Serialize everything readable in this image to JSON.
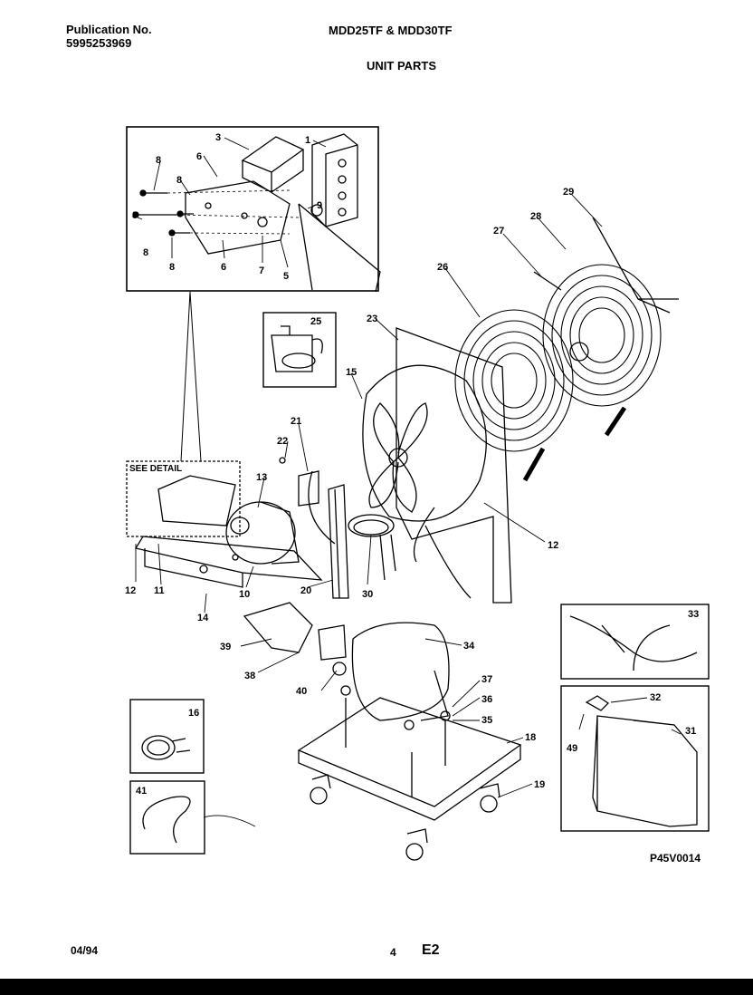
{
  "header": {
    "publication_label": "Publication No.",
    "publication_number": "5995253969",
    "models": "MDD25TF & MDD30TF",
    "section_title": "UNIT PARTS"
  },
  "diagram": {
    "detail_label": "SEE DETAIL",
    "figure_code": "P45V0014",
    "part_labels": [
      {
        "id": "3",
        "name": "label-3"
      },
      {
        "id": "1",
        "name": "label-1"
      },
      {
        "id": "8",
        "name": "label-8a"
      },
      {
        "id": "6",
        "name": "label-6a"
      },
      {
        "id": "8",
        "name": "label-8b"
      },
      {
        "id": "9",
        "name": "label-9"
      },
      {
        "id": "8",
        "name": "label-8c"
      },
      {
        "id": "8",
        "name": "label-8d"
      },
      {
        "id": "8",
        "name": "label-8e"
      },
      {
        "id": "6",
        "name": "label-6b"
      },
      {
        "id": "7",
        "name": "label-7"
      },
      {
        "id": "5",
        "name": "label-5"
      },
      {
        "id": "29",
        "name": "label-29"
      },
      {
        "id": "27",
        "name": "label-27"
      },
      {
        "id": "28",
        "name": "label-28"
      },
      {
        "id": "26",
        "name": "label-26"
      },
      {
        "id": "25",
        "name": "label-25"
      },
      {
        "id": "23",
        "name": "label-23"
      },
      {
        "id": "15",
        "name": "label-15"
      },
      {
        "id": "21",
        "name": "label-21"
      },
      {
        "id": "22",
        "name": "label-22"
      },
      {
        "id": "13",
        "name": "label-13"
      },
      {
        "id": "12",
        "name": "label-12a"
      },
      {
        "id": "12",
        "name": "label-12b"
      },
      {
        "id": "11",
        "name": "label-11"
      },
      {
        "id": "10",
        "name": "label-10"
      },
      {
        "id": "20",
        "name": "label-20"
      },
      {
        "id": "30",
        "name": "label-30"
      },
      {
        "id": "14",
        "name": "label-14"
      },
      {
        "id": "33",
        "name": "label-33"
      },
      {
        "id": "39",
        "name": "label-39"
      },
      {
        "id": "34",
        "name": "label-34"
      },
      {
        "id": "38",
        "name": "label-38"
      },
      {
        "id": "40",
        "name": "label-40"
      },
      {
        "id": "37",
        "name": "label-37"
      },
      {
        "id": "36",
        "name": "label-36"
      },
      {
        "id": "35",
        "name": "label-35"
      },
      {
        "id": "32",
        "name": "label-32"
      },
      {
        "id": "16",
        "name": "label-16"
      },
      {
        "id": "18",
        "name": "label-18"
      },
      {
        "id": "31",
        "name": "label-31"
      },
      {
        "id": "49",
        "name": "label-49"
      },
      {
        "id": "19",
        "name": "label-19"
      },
      {
        "id": "41",
        "name": "label-41"
      }
    ]
  },
  "footer": {
    "date": "04/94",
    "page_number": "4",
    "revision": "E2"
  }
}
